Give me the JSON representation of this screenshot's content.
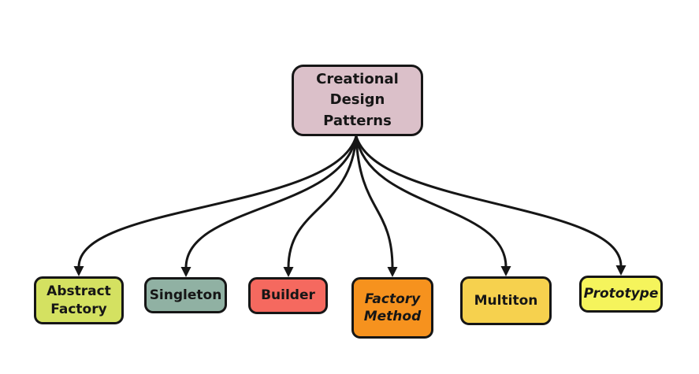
{
  "diagram": {
    "title": "Creational Design Patterns",
    "background": "#ffffff",
    "line_color": "#161616",
    "text_color": "#161616"
  },
  "root": {
    "id": "root",
    "label": "Creational\nDesign\nPatterns",
    "fill": "#dbc0c9",
    "italic": false
  },
  "children": [
    {
      "id": "abstract-factory",
      "label": "Abstract\nFactory",
      "fill": "#d4e161",
      "italic": false
    },
    {
      "id": "singleton",
      "label": "Singleton",
      "fill": "#90b1a3",
      "italic": false
    },
    {
      "id": "builder",
      "label": "Builder",
      "fill": "#f5695f",
      "italic": false
    },
    {
      "id": "factory-method",
      "label": "Factory\nMethod",
      "fill": "#f6921e",
      "italic": true
    },
    {
      "id": "multiton",
      "label": "Multiton",
      "fill": "#f6d14e",
      "italic": false
    },
    {
      "id": "prototype",
      "label": "Prototype",
      "fill": "#f5f45c",
      "italic": true
    }
  ],
  "edges": [
    {
      "from": "root",
      "to": "abstract-factory"
    },
    {
      "from": "root",
      "to": "singleton"
    },
    {
      "from": "root",
      "to": "builder"
    },
    {
      "from": "root",
      "to": "factory-method"
    },
    {
      "from": "root",
      "to": "multiton"
    },
    {
      "from": "root",
      "to": "prototype"
    }
  ]
}
